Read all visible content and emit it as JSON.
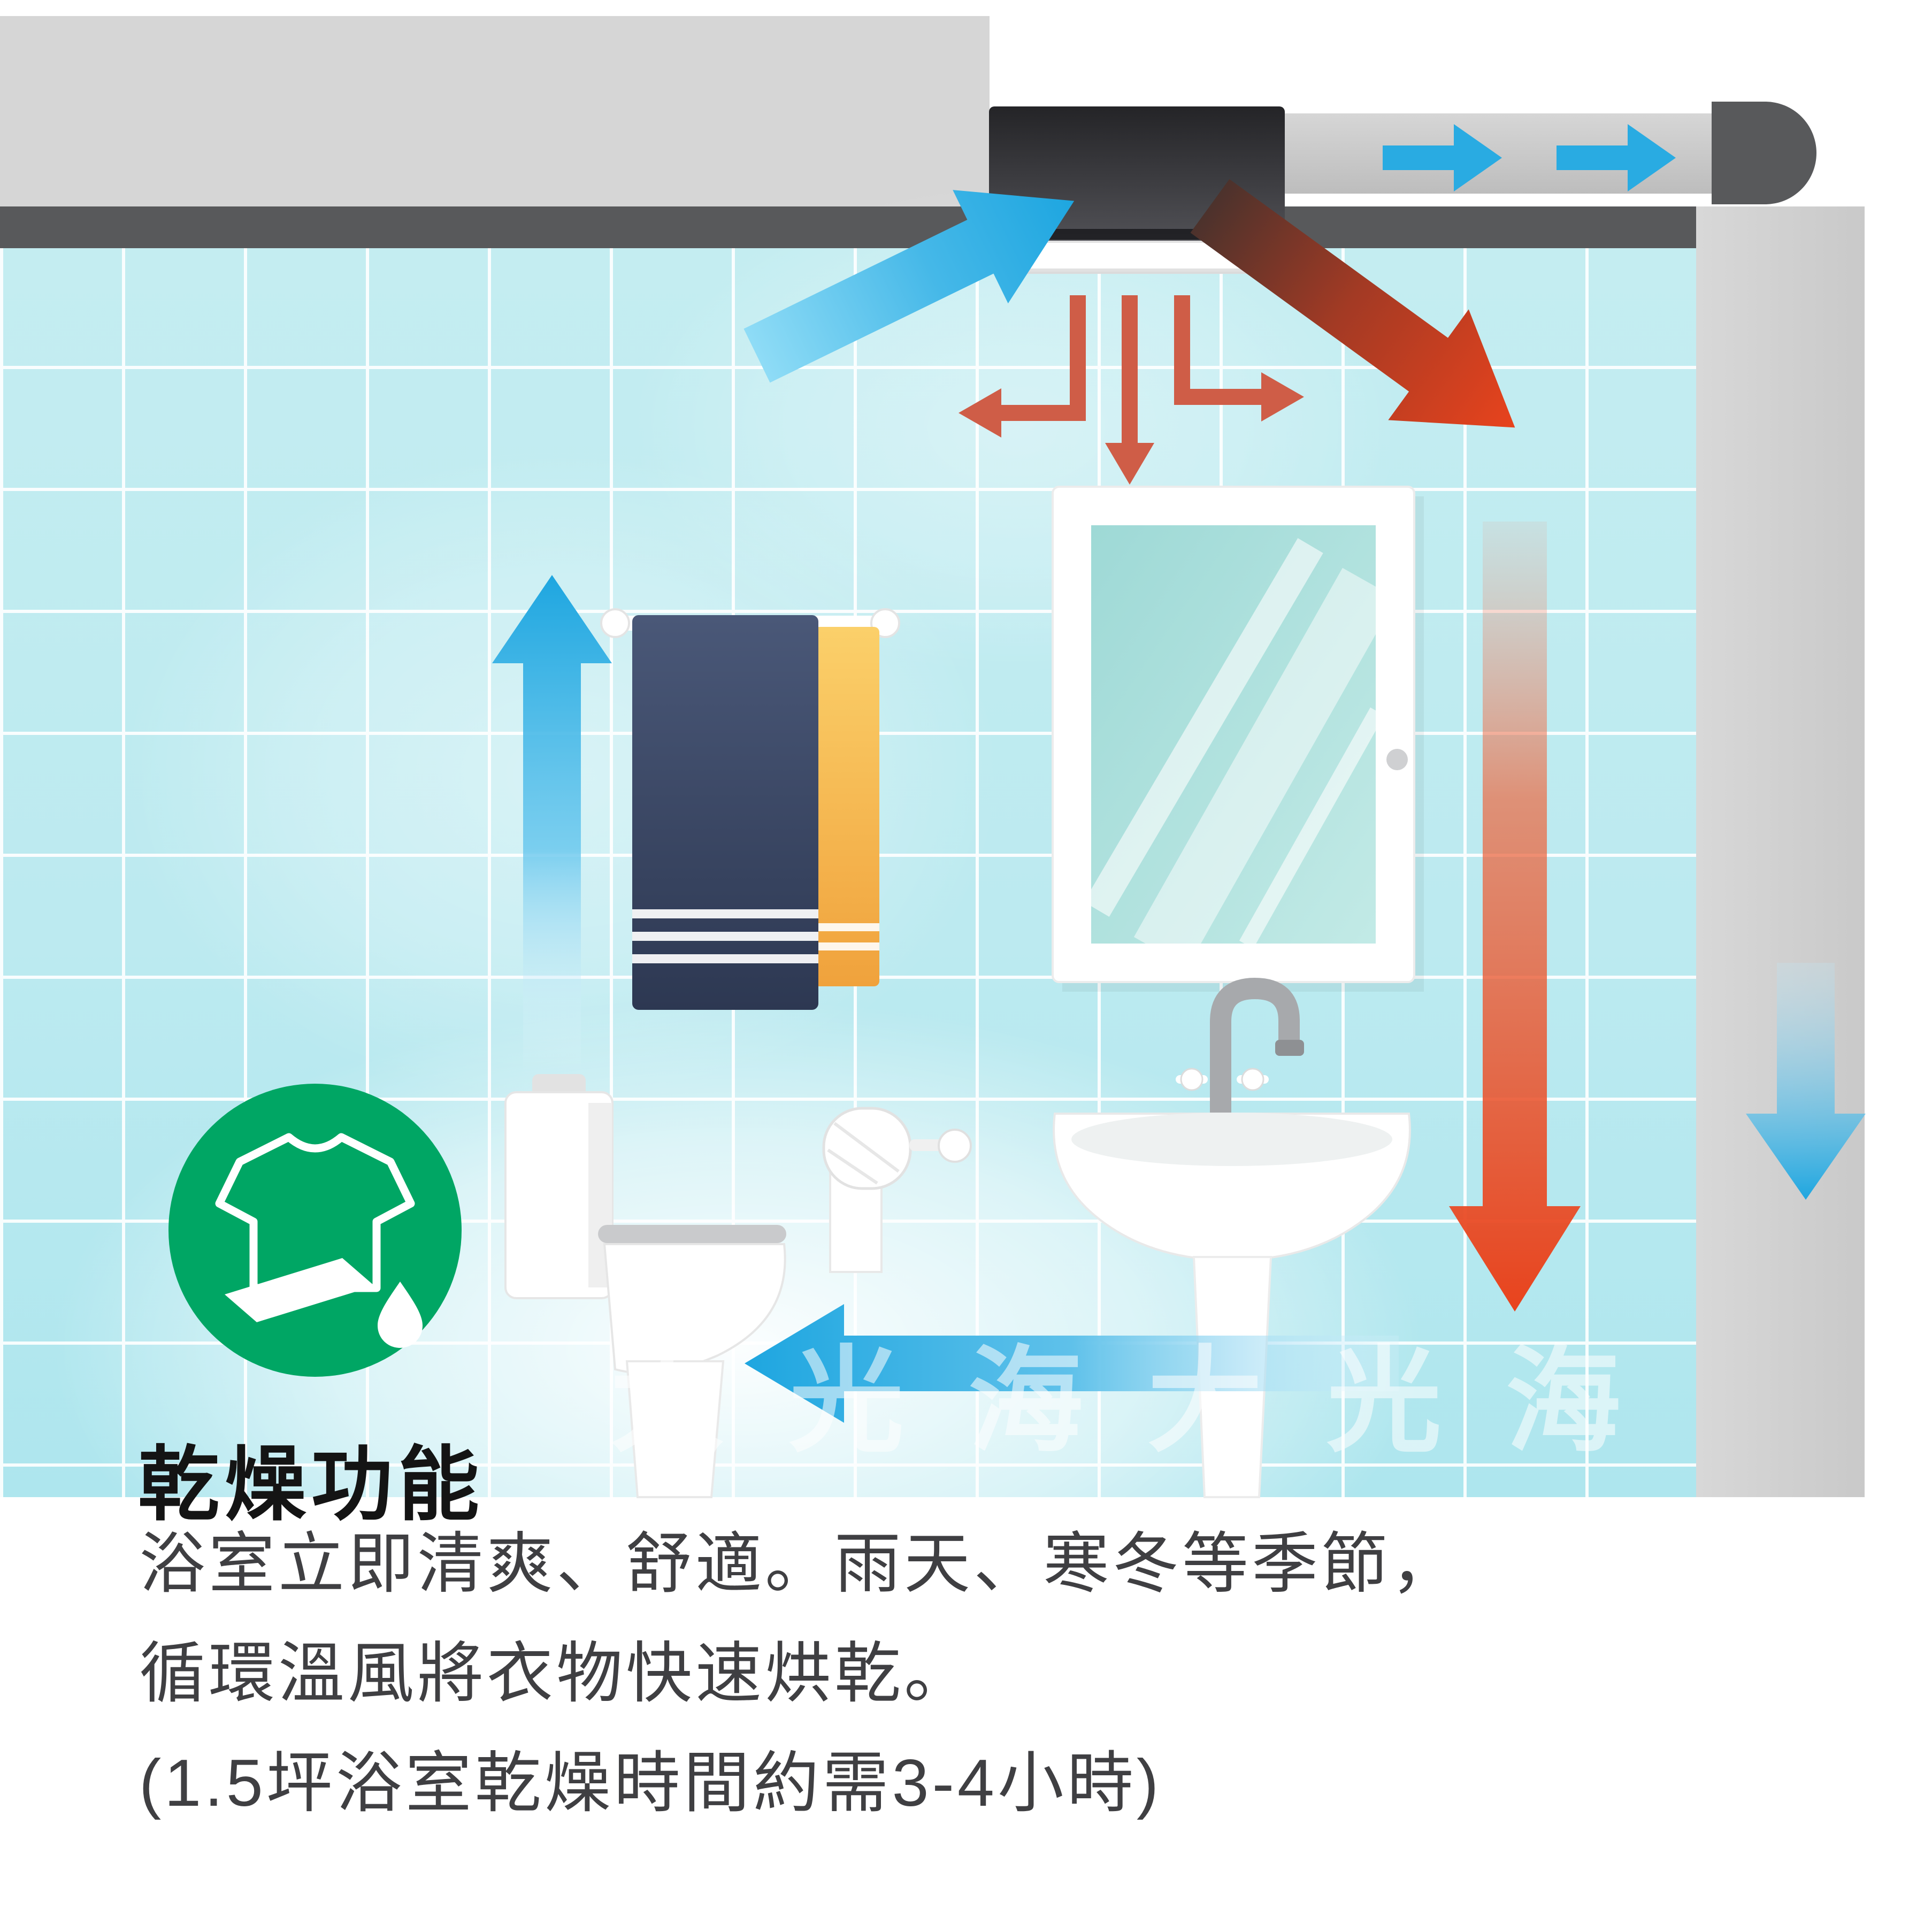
{
  "colors": {
    "blue": "#29abe2",
    "red": "#e8431d",
    "warm-red": "#cf5d47",
    "green": "#00a664",
    "ceiling": "#58595b",
    "wall-gray": "#d6d6d6",
    "tile": "#b5e9ee",
    "title-text": "#141414",
    "body-text": "#3f3f42",
    "watermark": "#ffffff"
  },
  "feature": {
    "title": "乾燥功能",
    "description": [
      "浴室立即清爽、舒適。雨天、寒冬等季節，",
      "循環溫風將衣物快速烘乾。",
      "(1.5坪浴室乾燥時間約需3-4小時)"
    ]
  },
  "watermark": {
    "text": "大光海大光海"
  },
  "icons": {
    "drying_icon": "tshirt-with-water-drop",
    "airflow_icons": [
      "blue-cool-air-arrows",
      "red-warm-air-arrows"
    ]
  }
}
